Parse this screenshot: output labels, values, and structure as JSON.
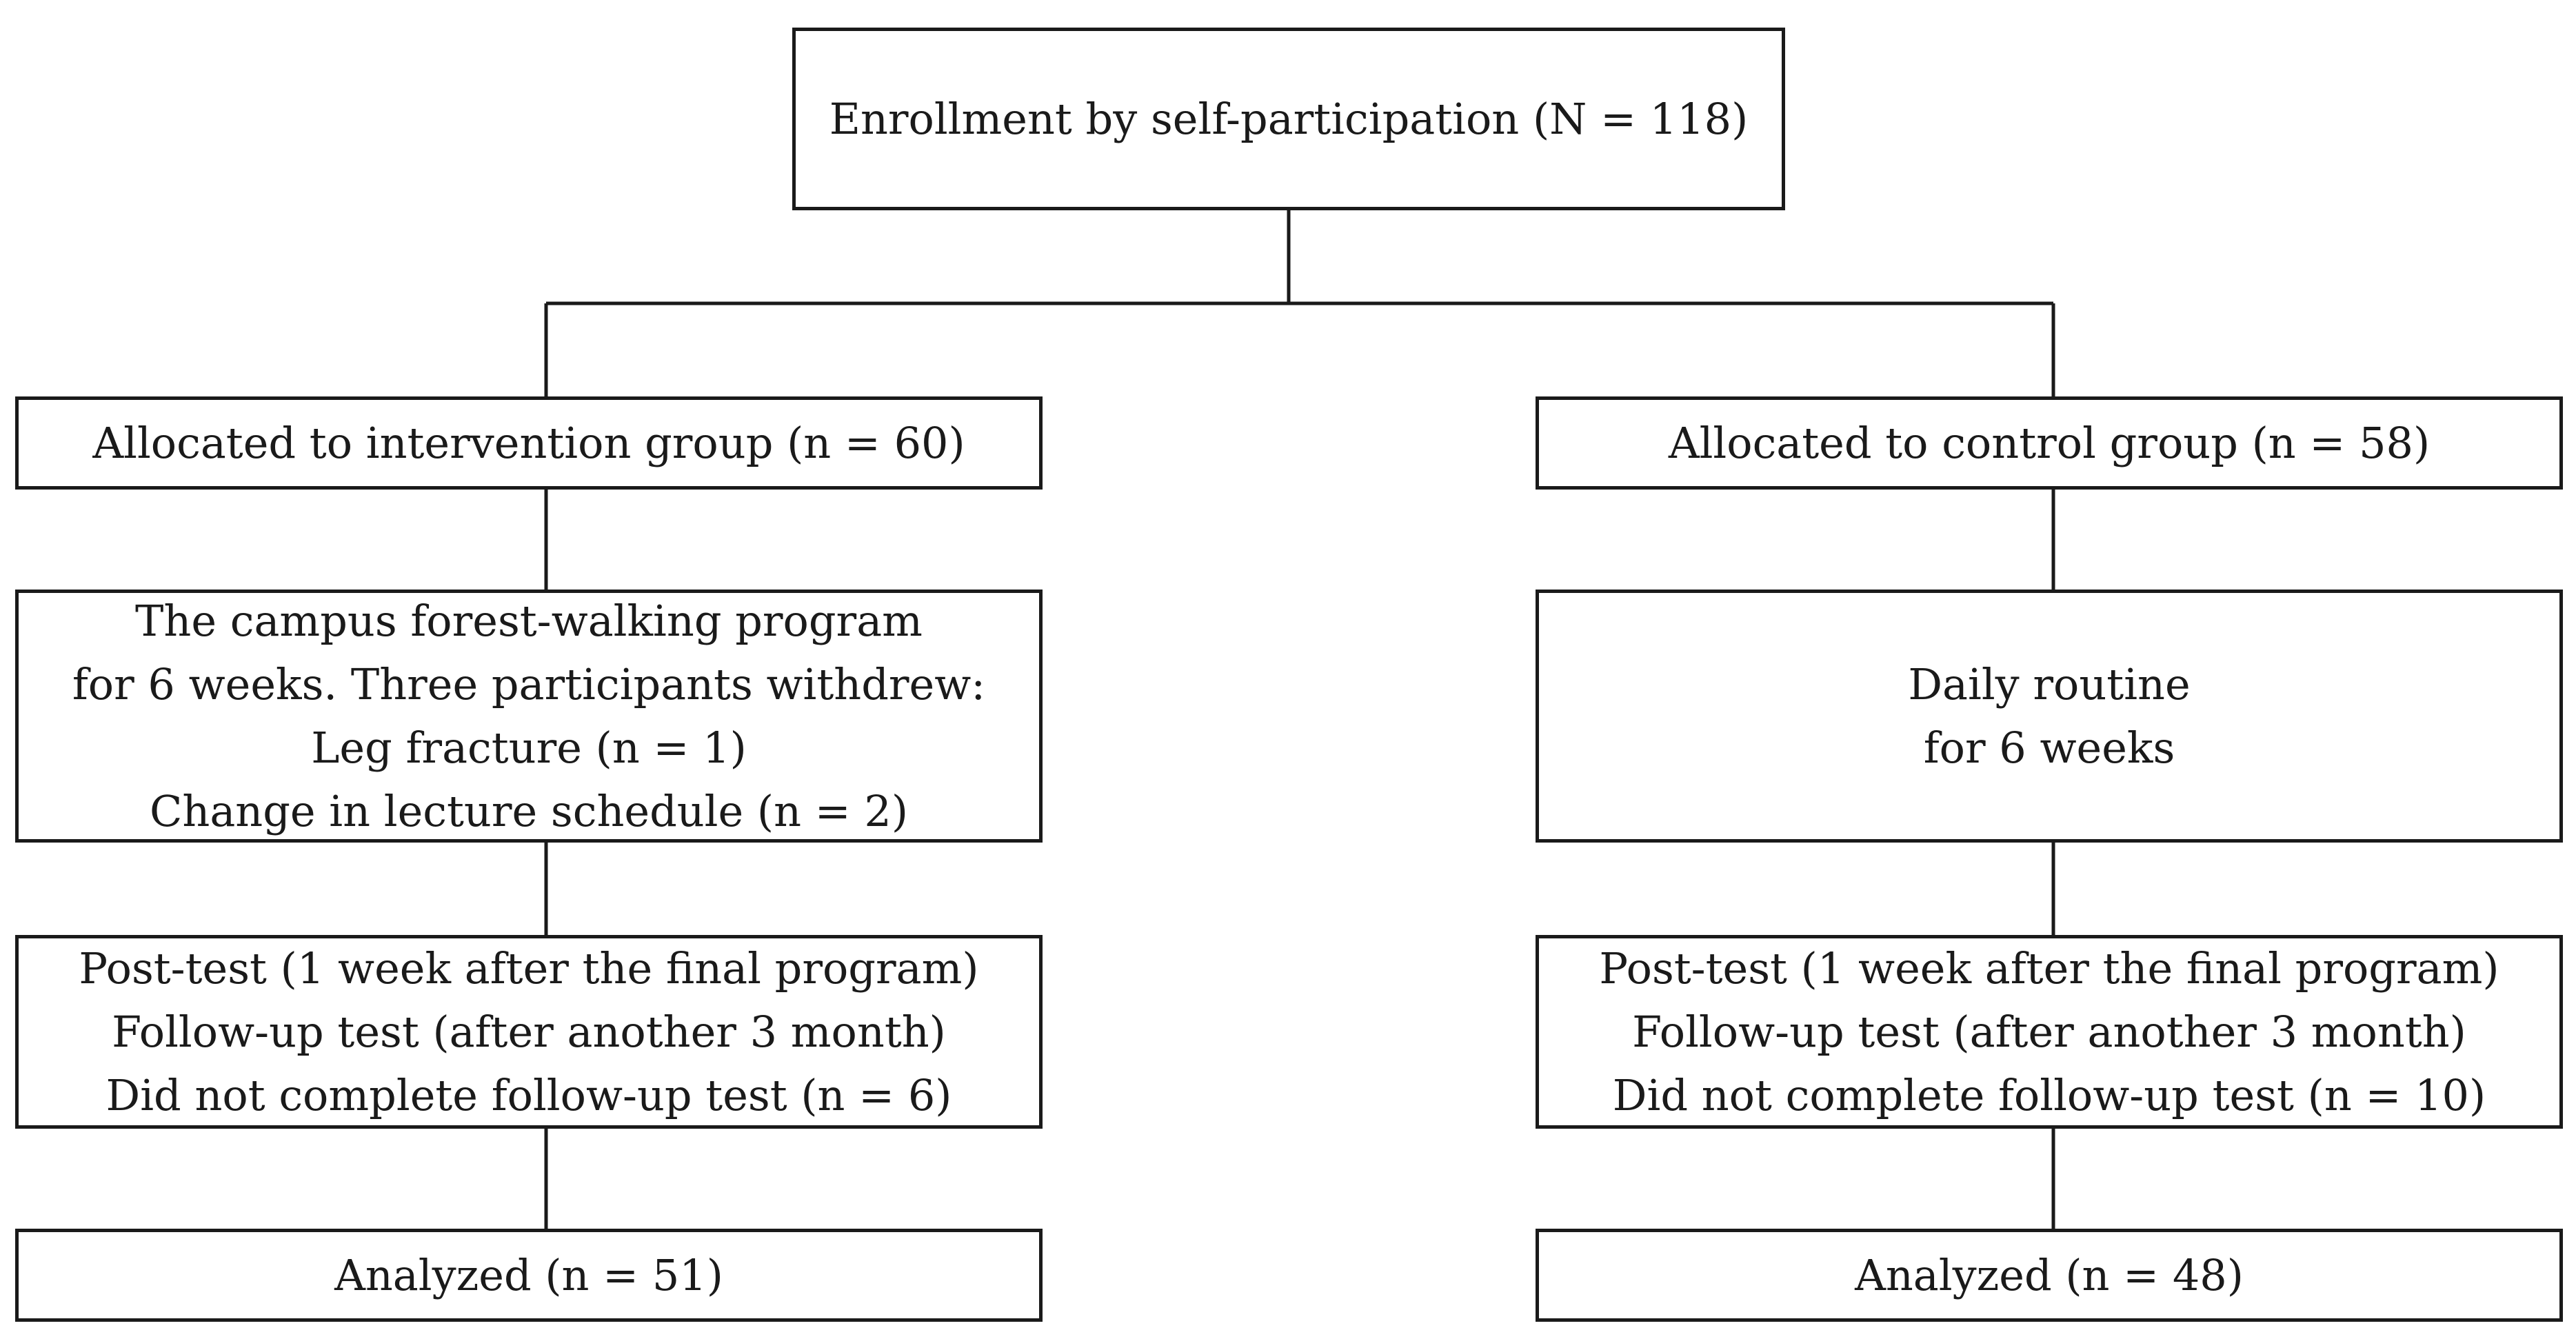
{
  "colors": {
    "stroke": "#1a1a1a",
    "background": "#ffffff"
  },
  "flowchart": {
    "enrollment": {
      "lines": [
        "Enrollment by self-participation (N = 118)"
      ]
    },
    "intervention": {
      "allocated": {
        "lines": [
          "Allocated to intervention group (n = 60)"
        ]
      },
      "program": {
        "lines": [
          "The campus forest-walking program",
          "for 6 weeks. Three participants withdrew:",
          "Leg fracture (n = 1)",
          "Change in lecture schedule (n = 2)"
        ]
      },
      "tests": {
        "lines": [
          "Post-test (1  week after the final program)",
          "Follow-up test (after another 3 month)",
          "Did not complete follow-up test (n = 6)"
        ]
      },
      "analyzed": {
        "lines": [
          "Analyzed (n = 51)"
        ]
      }
    },
    "control": {
      "allocated": {
        "lines": [
          "Allocated to control group (n = 58)"
        ]
      },
      "program": {
        "lines": [
          "Daily routine",
          "for 6 weeks"
        ]
      },
      "tests": {
        "lines": [
          "Post-test (1  week after the final program)",
          "Follow-up test (after another 3 month)",
          "Did not complete follow-up test (n = 10)"
        ]
      },
      "analyzed": {
        "lines": [
          "Analyzed (n = 48)"
        ]
      }
    }
  }
}
